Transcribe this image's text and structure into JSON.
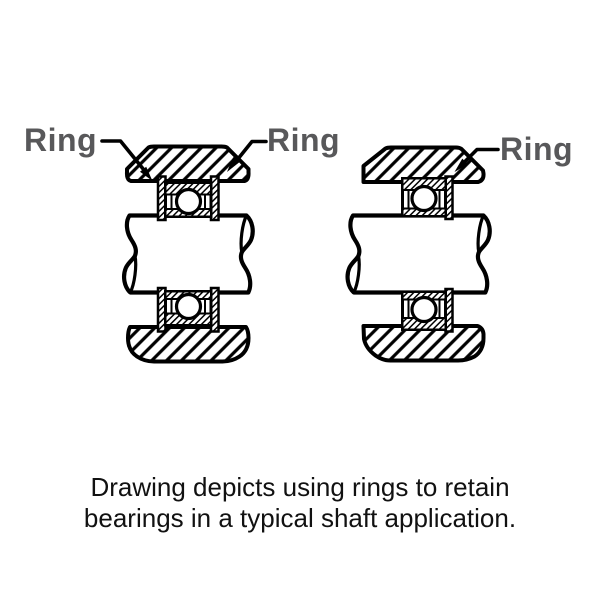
{
  "figure": {
    "labels": {
      "ring_left": "Ring",
      "ring_middle": "Ring",
      "ring_right": "Ring"
    },
    "caption": {
      "line1": "Drawing depicts using rings to retain",
      "line2": "bearings in a typical shaft application."
    }
  },
  "colors": {
    "background": "#ffffff",
    "line": "#000000",
    "label_gray": "#58585a",
    "caption": "#111111"
  }
}
